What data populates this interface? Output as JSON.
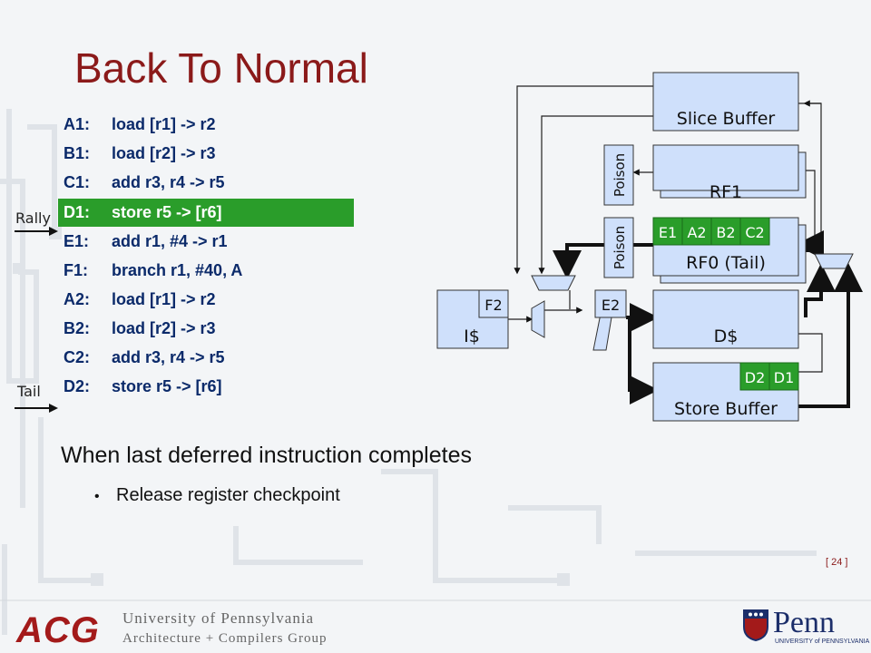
{
  "slide": {
    "title": "Back To Normal",
    "page_number": "[ 24 ]"
  },
  "code": {
    "lines": [
      {
        "label": "A1:",
        "instr": "load [r1] -> r2"
      },
      {
        "label": "B1:",
        "instr": "load [r2] -> r3"
      },
      {
        "label": "C1:",
        "instr": "add r3, r4 -> r5"
      },
      {
        "label": "D1:",
        "instr": "store r5 -> [r6]"
      },
      {
        "label": "E1:",
        "instr": "add r1, #4 -> r1"
      },
      {
        "label": "F1:",
        "instr": "branch r1, #40, A"
      },
      {
        "label": "A2:",
        "instr": "load [r1] -> r2"
      },
      {
        "label": "B2:",
        "instr": "load [r2] -> r3"
      },
      {
        "label": "C2:",
        "instr": "add r3, r4 -> r5"
      },
      {
        "label": "D2:",
        "instr": "store r5 -> [r6]"
      }
    ],
    "rally_label": "Rally",
    "tail_label": "Tail"
  },
  "diagram": {
    "slice_buffer": "Slice Buffer",
    "rf1": "RF1",
    "rf0": "RF0 (Tail)",
    "poison": "Poison",
    "icache": "I$",
    "dcache": "D$",
    "store_buffer": "Store Buffer",
    "f2": "F2",
    "e2": "E2",
    "rf0_cells": [
      "E1",
      "A2",
      "B2",
      "C2"
    ],
    "sb_cells": [
      "D2",
      "D1"
    ],
    "colors": {
      "green": "#2a9d2a",
      "box": "#cfe0fb",
      "dark_red": "#8b1a1a"
    }
  },
  "text": {
    "heading": "When last deferred instruction completes",
    "bullet": "Release register checkpoint"
  },
  "footer": {
    "acg": "ACG",
    "univ_line1": "University of Pennsylvania",
    "univ_line2": "Architecture + Compilers Group",
    "penn": "Penn",
    "penn_sub": "UNIVERSITY of PENNSYLVANIA"
  }
}
